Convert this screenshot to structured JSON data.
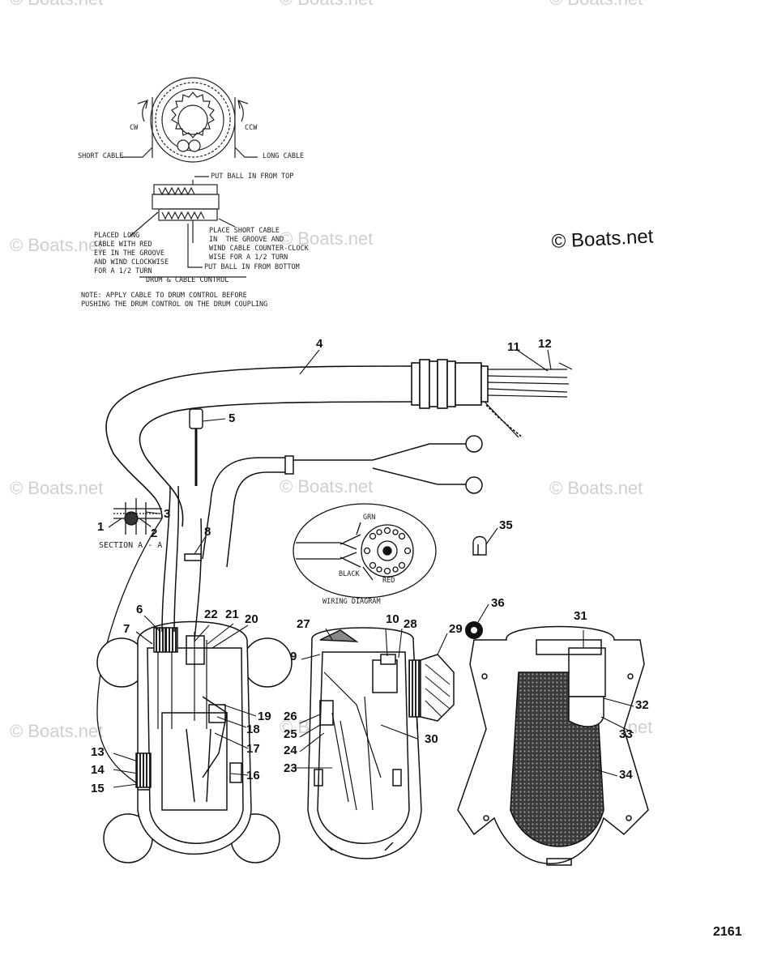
{
  "watermark": {
    "text": "© Boats.net"
  },
  "drum_detail": {
    "cw_label": "CW",
    "ccw_label": "CCW",
    "short_cable": "SHORT CABLE",
    "long_cable": "LONG CABLE",
    "put_ball_top": "PUT BALL IN FROM TOP",
    "placed_long": "PLACED LONG\nCABLE WITH RED\nEYE IN THE GROOVE\nAND WIND CLOCKWISE\nFOR A 1/2 TURN",
    "place_short": "PLACE SHORT CABLE\nIN  THE GROOVE AND\nWIND CABLE COUNTER-CLOCK\nWISE FOR A 1/2 TURN",
    "put_ball_bottom": "PUT BALL IN FROM BOTTOM",
    "title": "DRUM & CABLE CONTROL",
    "note": "NOTE: APPLY CABLE TO DRUM CONTROL BEFORE\nPUSHING THE DRUM CONTROL ON THE DRUM COUPLING"
  },
  "section_label": "SECTION A - A",
  "wiring_diagram_label": "WIRING DIAGRAM",
  "wire_labels": {
    "grn": "GRN",
    "black": "BLACK",
    "red": "RED"
  },
  "callouts": [
    "1",
    "2",
    "3",
    "4",
    "5",
    "6",
    "7",
    "8",
    "9",
    "10",
    "11",
    "12",
    "13",
    "14",
    "15",
    "16",
    "17",
    "18",
    "19",
    "20",
    "21",
    "22",
    "23",
    "24",
    "25",
    "26",
    "27",
    "28",
    "29",
    "30",
    "31",
    "32",
    "33",
    "34",
    "35",
    "36"
  ],
  "figure_number": "2161"
}
